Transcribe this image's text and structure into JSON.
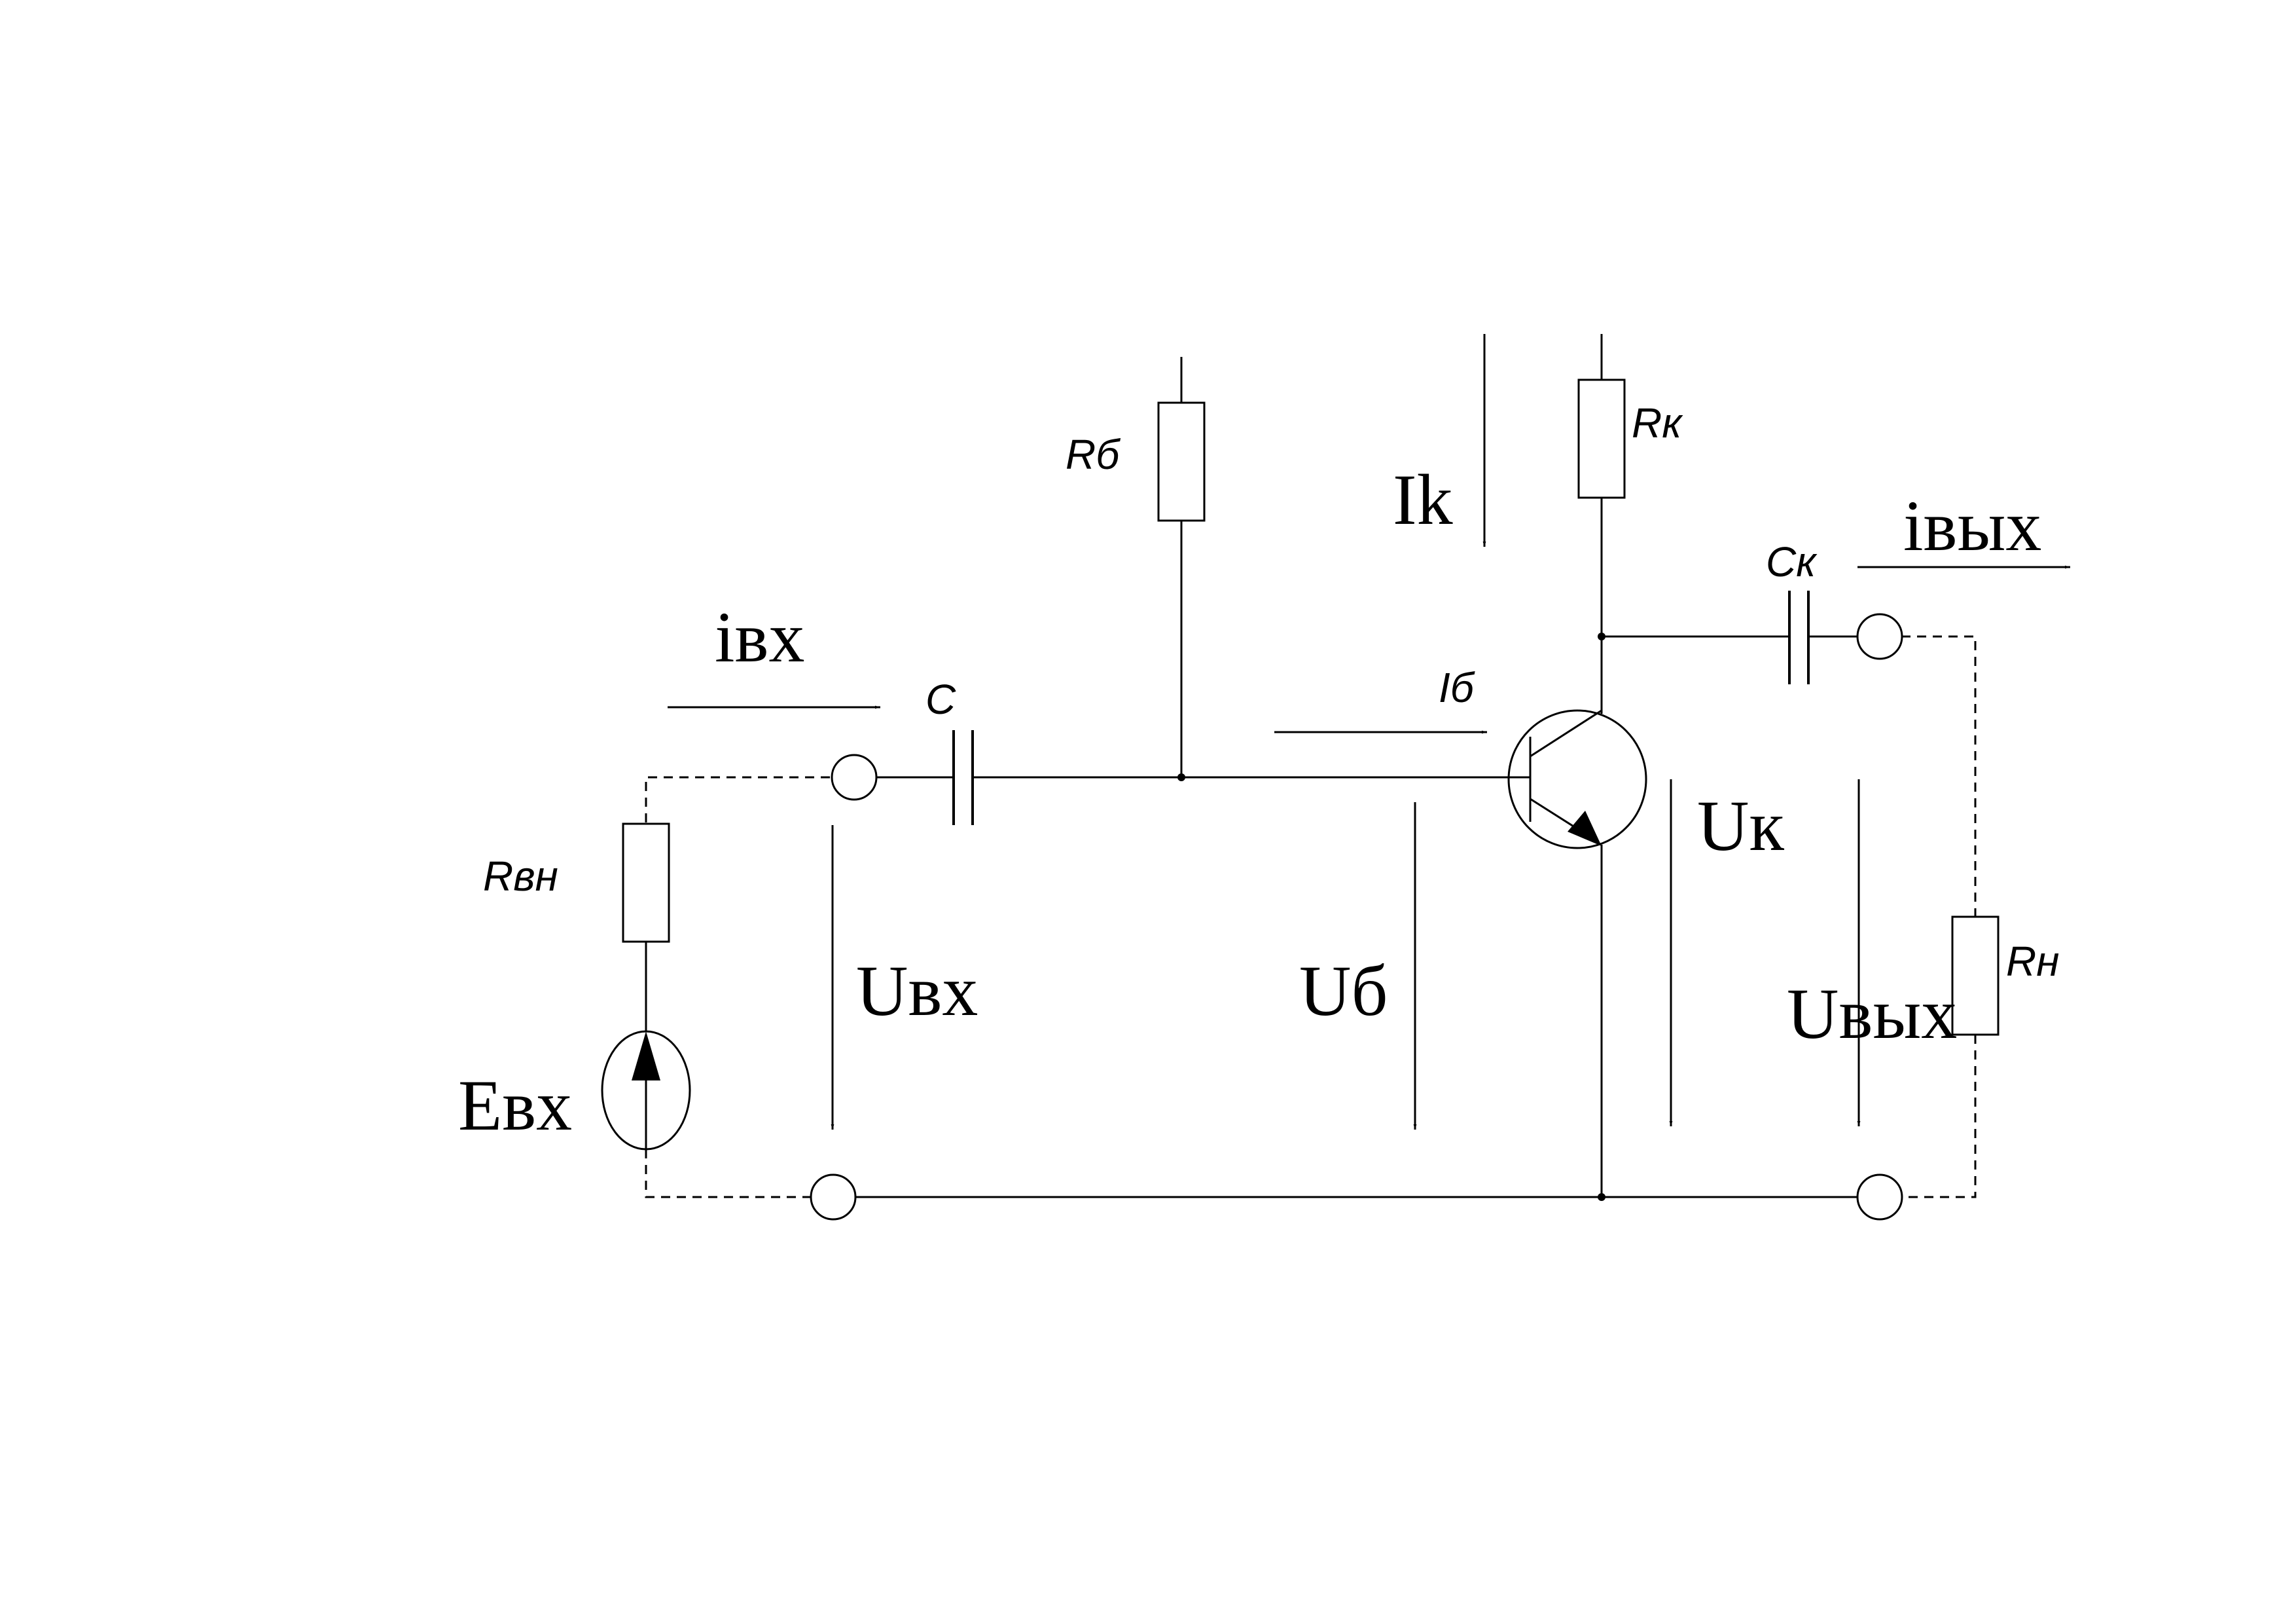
{
  "labels": {
    "r_b": "Rб",
    "r_k": "Rк",
    "r_vn": "Rвн",
    "r_n": "Rн",
    "c_in": "C",
    "c_k": "Cк",
    "i_k": "Ik",
    "i_b": "Iб",
    "i_in": "iвх",
    "i_out": "iвых",
    "u_in": "Uвх",
    "u_b": "Uб",
    "u_k": "Uк",
    "u_out": "Uвых",
    "e_in": "Eвх"
  }
}
